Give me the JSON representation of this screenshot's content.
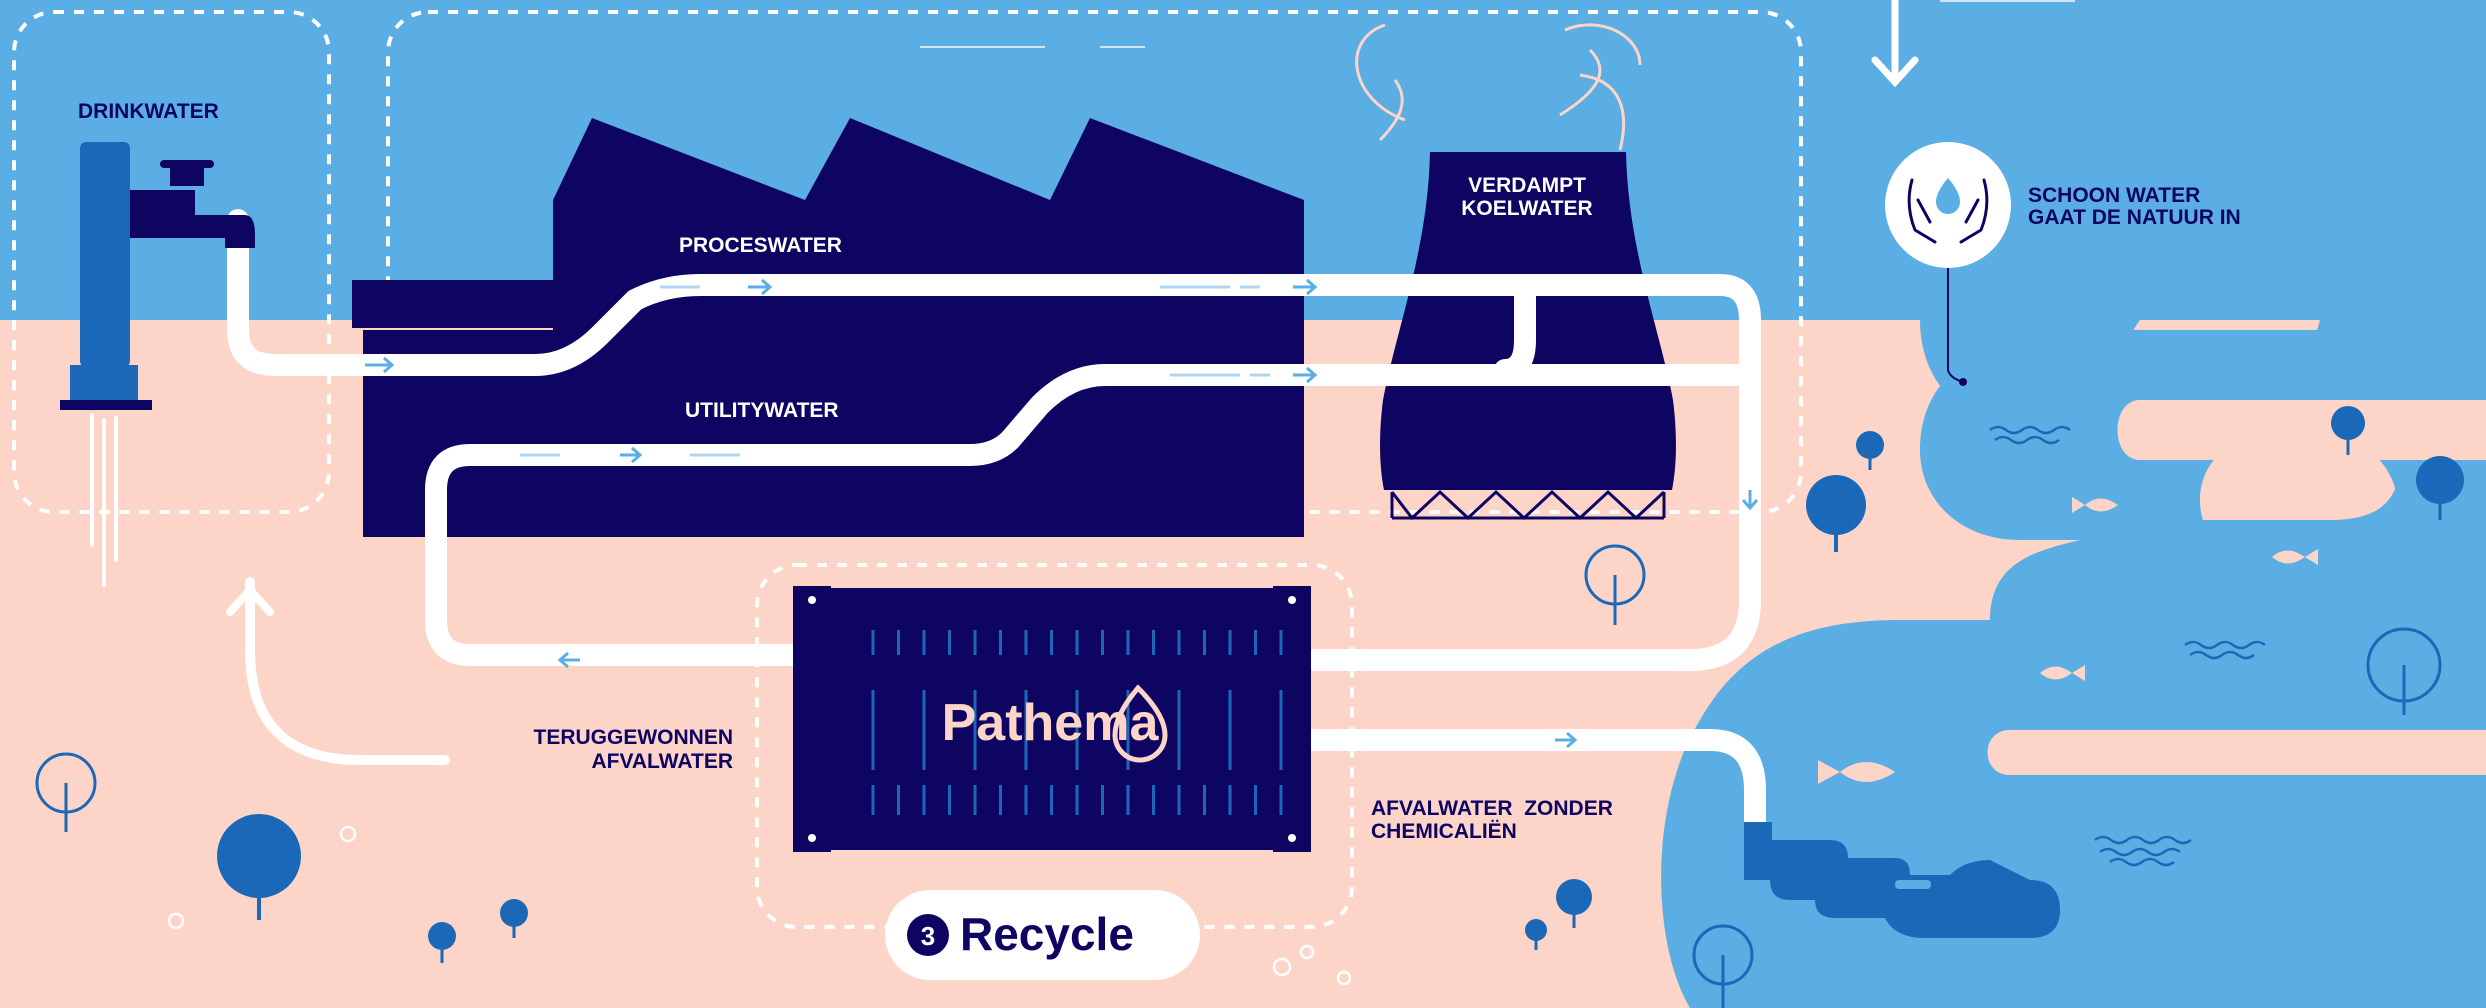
{
  "labels": {
    "drinkwater": "DRINKWATER",
    "proceswater": "PROCESWATER",
    "utilitywater": "UTILITYWATER",
    "verdampt_line1": "VERDAMPT",
    "verdampt_line2": "KOELWATER",
    "schoon_line1": "SCHOON WATER",
    "schoon_line2": "GAAT DE NATUUR IN",
    "terug_line1": "TERUGGEWONNEN",
    "terug_line2": "AFVALWATER",
    "afval_line1": "AFVALWATER  ZONDER",
    "afval_line2": "CHEMICALIËN",
    "brand": "Pathema",
    "step_number": "3",
    "step_label": "Recycle"
  },
  "colors": {
    "sky": "#5aaee3",
    "ground": "#fcd5c8",
    "river": "#5aaee3",
    "navy": "#0e0563",
    "mid_blue": "#1c68b8",
    "pipe": "#ffffff",
    "brand_text": "#fcd5c8"
  },
  "icons": {
    "tap": "water-tap-icon",
    "factory": "factory-icon",
    "cooling_tower": "cooling-tower-icon",
    "container": "container-icon",
    "hands_drop": "hands-water-drop-icon",
    "fish": "fish-icon",
    "tree": "tree-icon"
  }
}
